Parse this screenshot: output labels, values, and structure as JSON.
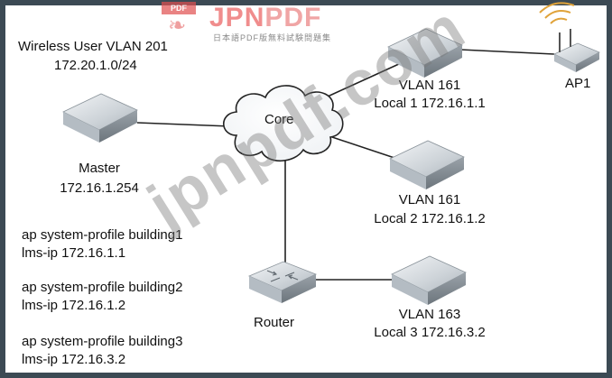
{
  "watermark": {
    "pdf_tag": "PDF",
    "brand_jp": "JPN",
    "brand_pdf": "PDF",
    "subtitle": "日本語PDF版無料試験問題集",
    "diagonal": "jpnpdf.com"
  },
  "nodes": {
    "core": {
      "label": "Core"
    },
    "master": {
      "name": "Master",
      "ip": "172.16.1.254"
    },
    "local1": {
      "vlan": "VLAN 161",
      "desc": "Local 1 172.16.1.1"
    },
    "local2": {
      "vlan": "VLAN 161",
      "desc": "Local 2 172.16.1.2"
    },
    "local3": {
      "vlan": "VLAN 163",
      "desc": "Local 3 172.16.3.2"
    },
    "router": {
      "label": "Router"
    },
    "ap": {
      "label": "AP1"
    }
  },
  "wireless": {
    "title": "Wireless User VLAN 201",
    "subnet": "172.20.1.0/24"
  },
  "profiles": [
    {
      "line1": "ap system-profile building1",
      "line2": "lms-ip 172.16.1.1"
    },
    {
      "line1": "ap system-profile building2",
      "line2": "lms-ip 172.16.1.2"
    },
    {
      "line1": "ap system-profile building3",
      "line2": "lms-ip 172.16.3.2"
    }
  ]
}
